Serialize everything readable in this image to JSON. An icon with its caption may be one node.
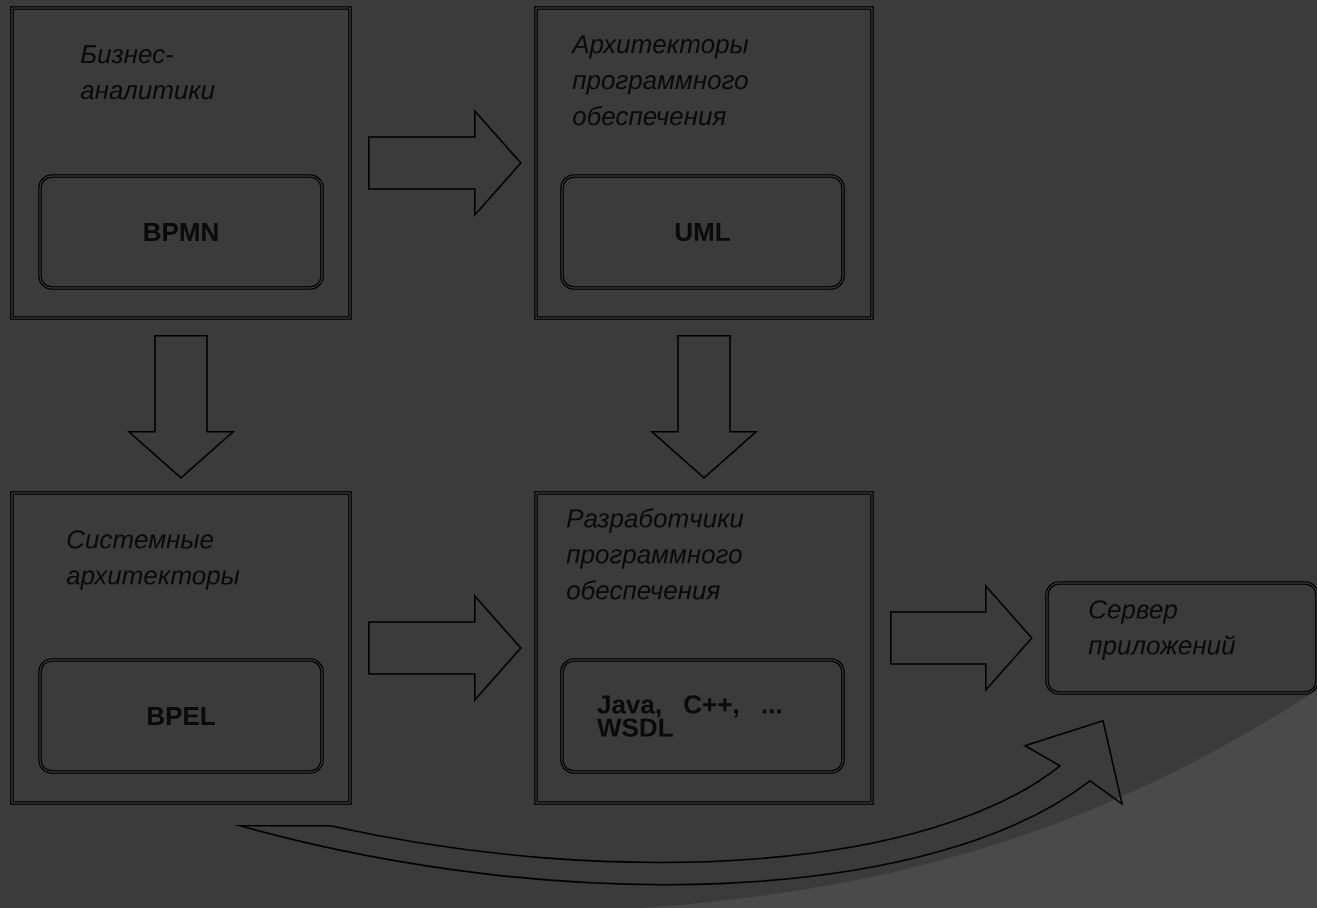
{
  "diagram": {
    "nodes": [
      {
        "text": [
          "Бизнес-аналитики"
        ]
      },
      {
        "text": [
          "BPMN"
        ],
        "in": 0
      },
      {
        "text": [
          "Архитекторы программного обеспечения"
        ]
      },
      {
        "text": [
          "UML"
        ],
        "in": 2
      },
      {
        "text": [
          "Системные архитекторы"
        ]
      },
      {
        "text": [
          "BPEL"
        ],
        "in": 4
      },
      {
        "text": [
          "Разработчики программного обеспечения"
        ]
      },
      {
        "text": [
          "Java, C++, ... WSDL"
        ],
        "in": 6
      },
      {
        "text": [
          "Сервер приложений"
        ]
      }
    ],
    "edges": [
      {
        "from": 0,
        "to": 2,
        "arrow": "to"
      },
      {
        "from": 0,
        "to": 4,
        "arrow": "to"
      },
      {
        "from": 2,
        "to": 6,
        "arrow": "to"
      },
      {
        "from": 4,
        "to": 6,
        "arrow": "to"
      },
      {
        "from": 6,
        "to": 8,
        "arrow": "to"
      },
      {
        "from": 4,
        "to": 8,
        "arrow": "to"
      }
    ]
  }
}
